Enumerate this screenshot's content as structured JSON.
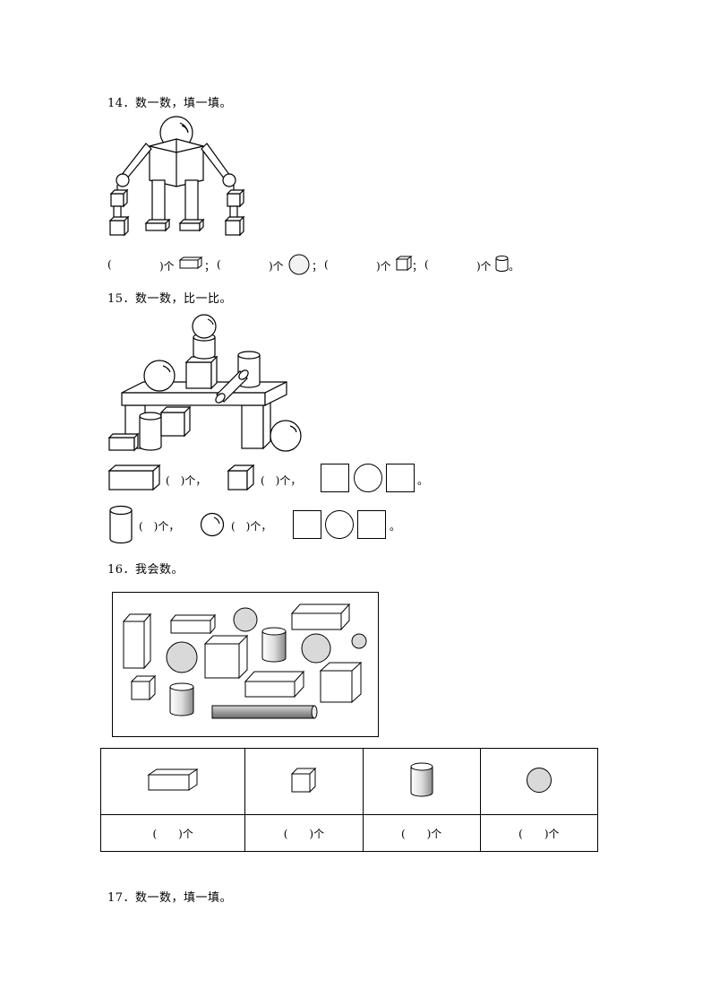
{
  "q14": {
    "title": "14．数一数，填一填。",
    "answers": [
      {
        "open": "(",
        "close": ")个",
        "sep": "；",
        "icon": "cuboid-icon"
      },
      {
        "open": "(",
        "close": ")个",
        "sep": "；",
        "icon": "sphere-icon"
      },
      {
        "open": "(",
        "close": ")个",
        "sep": "；",
        "icon": "cube-icon"
      },
      {
        "open": "(",
        "close": ")个",
        "sep": "。",
        "icon": "cylinder-icon"
      }
    ]
  },
  "q15": {
    "title": "15．数一数，比一比。",
    "row1": {
      "p1": "(　)个，",
      "p2": "(　)个，",
      "end": "。"
    },
    "row2": {
      "p1": "(　)个，",
      "p2": "(　)个，",
      "end": "。"
    }
  },
  "q16": {
    "title": "16．我会数。",
    "answers": [
      "(　　)个",
      "(　　)个",
      "(　　)个",
      "(　　)个"
    ]
  },
  "q17": {
    "title": "17．数一数，填一填。"
  }
}
